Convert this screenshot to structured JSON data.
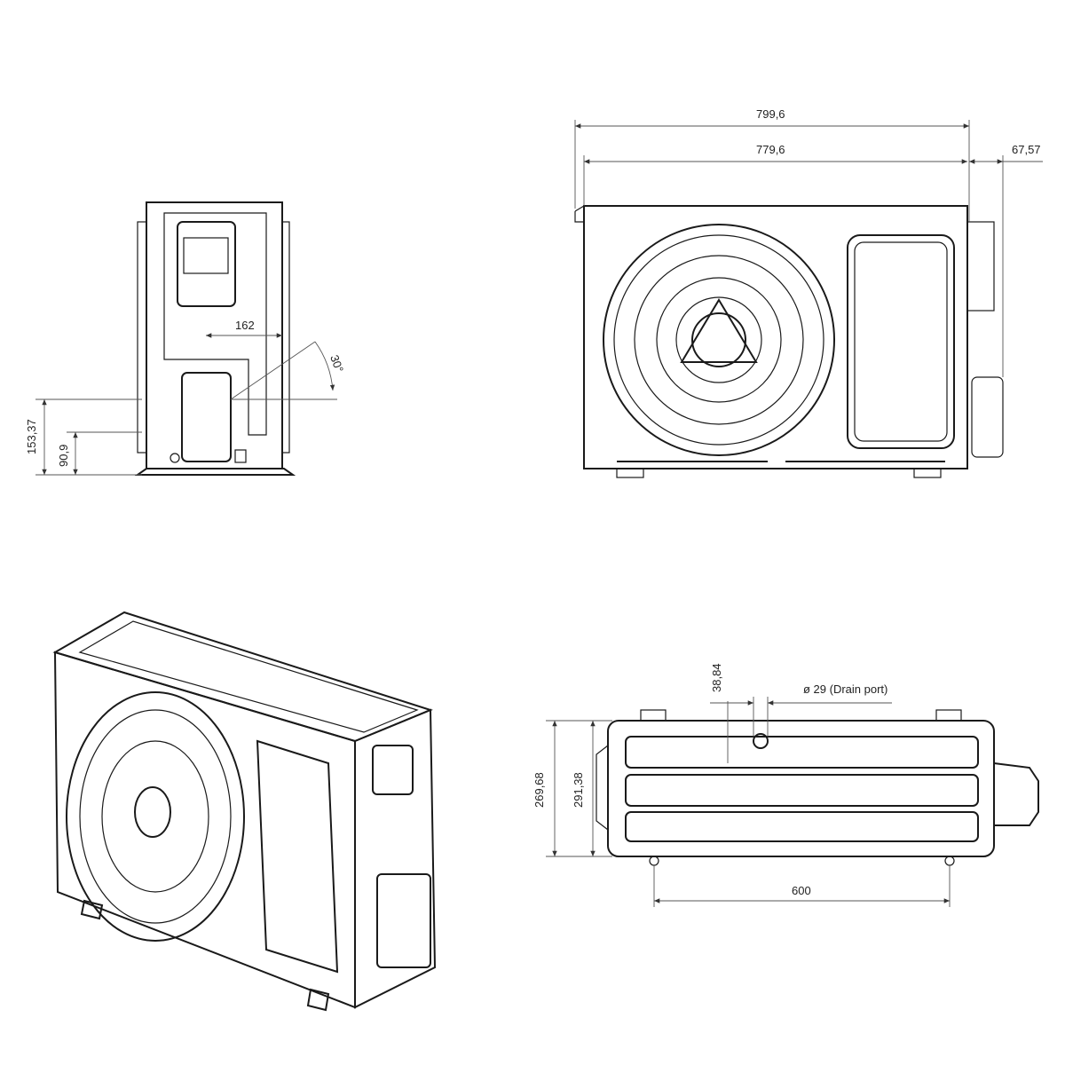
{
  "dimensions": {
    "overall_width": "799,6",
    "body_width": "779,6",
    "side_depth": "67,57",
    "side_offset": "162",
    "angle": "30°",
    "height_upper": "153,37",
    "height_lower": "90,9",
    "drain_offset": "38,84",
    "drain_port": "ø 29 (Drain port)",
    "depth_a": "269,68",
    "depth_b": "291,38",
    "mount_spacing": "600"
  },
  "colors": {
    "line": "#1a1a1a",
    "dimension": "#555555",
    "background": "#ffffff"
  }
}
